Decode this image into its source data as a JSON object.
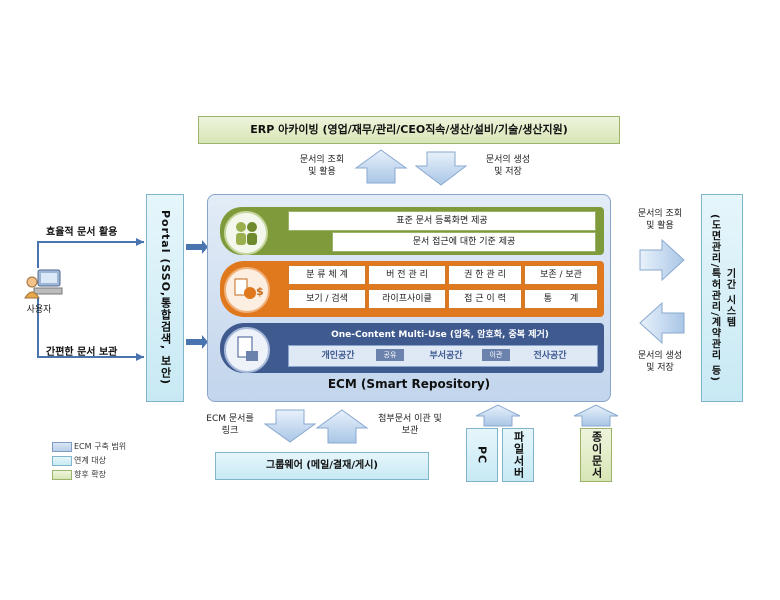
{
  "top_box": "ERP 아카이빙 (영업/재무/관리/CEO직속/생산/설비/기술/생산지원)",
  "top_left_label": "문서의 조회\n및 활용",
  "top_right_label": "문서의 생성\n및 저장",
  "left_top_label": "효율적 문서 활용",
  "left_bottom_label": "간편한 문서 보관",
  "user_label": "사용자",
  "portal_label": "Portal (SSO,통합검색, 보안)",
  "ecm": {
    "row1": [
      "표준 문서 등록화면 제공",
      "문서 접근에 대한 기준 제공"
    ],
    "row2": [
      "분 류 체 계",
      "버 전 관 리",
      "권 한 관 리",
      "보존 / 보관",
      "보기 / 검색",
      "라이프사이클",
      "접 근 이 력",
      "통　　계"
    ],
    "row3_title": "One-Content Multi-Use (압축, 암호화, 중복 제거)",
    "row3_spaces": [
      "개인공간",
      "부서공간",
      "전사공간"
    ],
    "row3_arrows": [
      "공유",
      "이관"
    ],
    "title": "ECM (Smart Repository)"
  },
  "right_top_label": "문서의 조회\n및 활용",
  "right_bottom_label": "문서의 생성\n및 저장",
  "right_box": "(도면관리/특허관리/계약관리 등)",
  "right_box_title": "기간 시스템",
  "bottom_left_label": "ECM 문서를\n링크",
  "bottom_mid_label": "첨부문서 이관 및\n보관",
  "groupware_box": "그룹웨어 (메일/결재/게시)",
  "bottom_boxes": [
    "PC",
    "파일서버",
    "종이문서"
  ],
  "legend": [
    "ECM 구축 범위",
    "연계 대상",
    "향후 확장"
  ],
  "colors": {
    "green": "#d8e6b6",
    "cyan": "#c8e9f4",
    "blue": "#b9cfe9",
    "orange": "#e0781e",
    "olive": "#7f9a3a",
    "navy": "#3e5a8f"
  }
}
